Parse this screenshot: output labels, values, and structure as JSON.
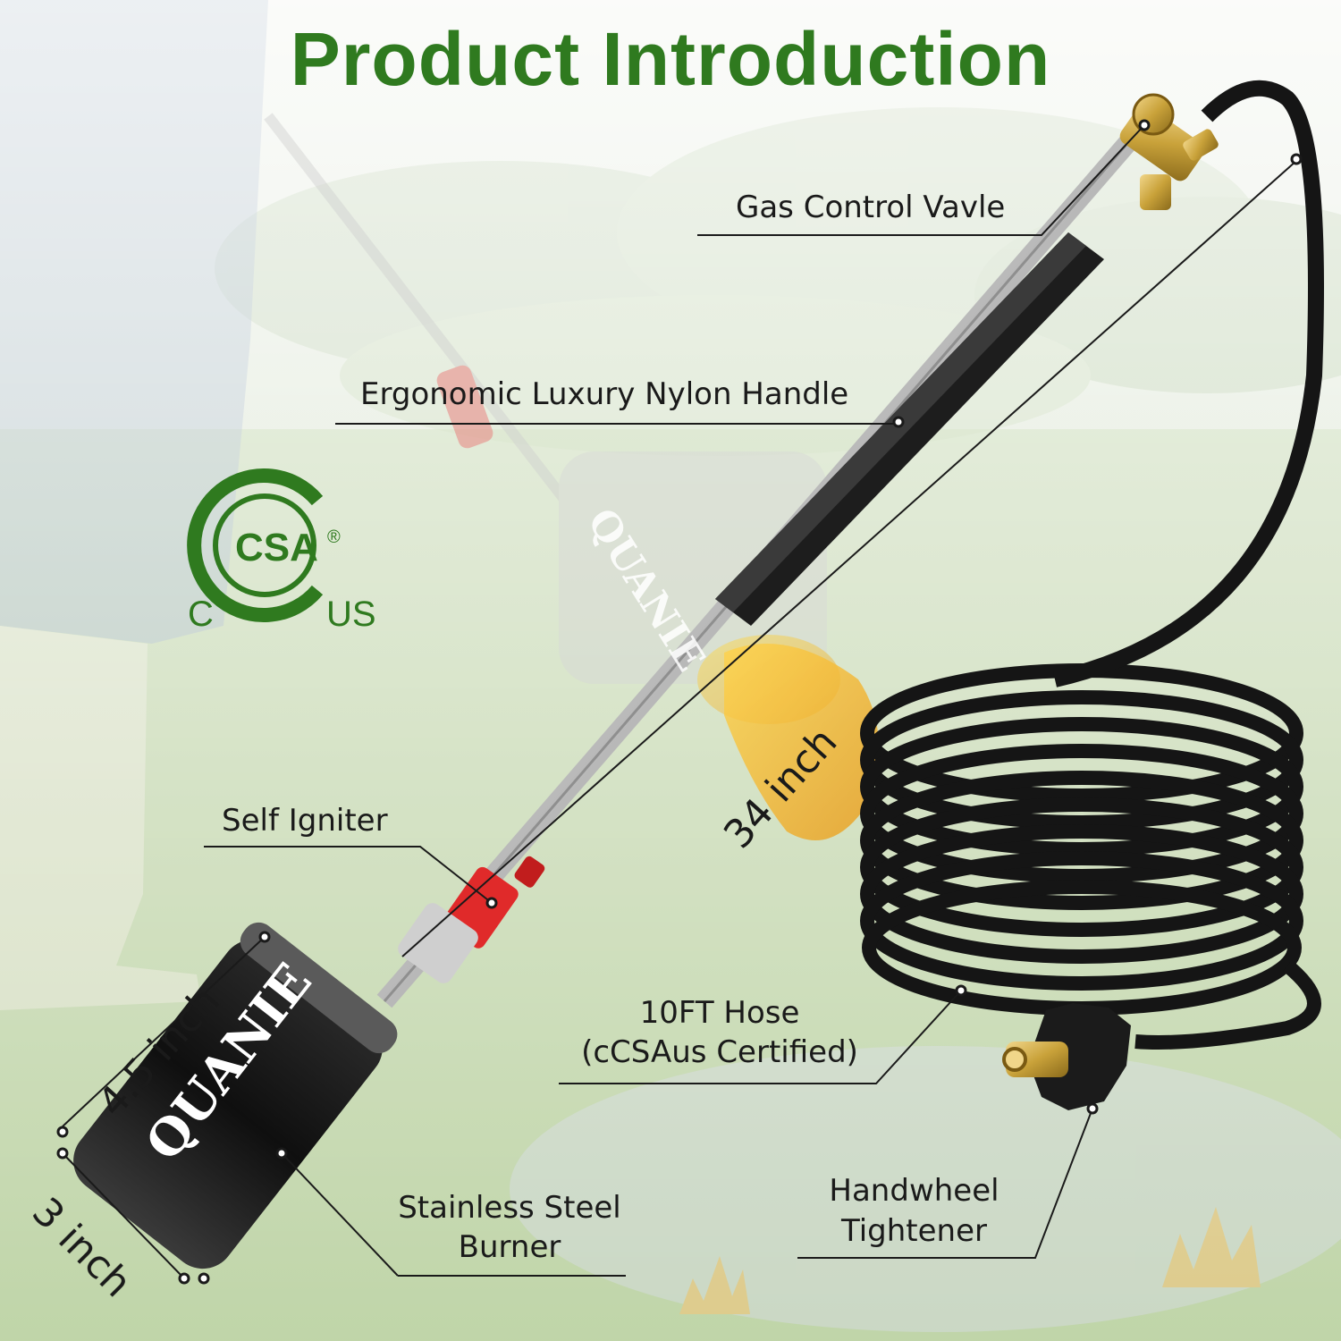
{
  "title": "Product Introduction",
  "brand": "QUANIE",
  "callouts": {
    "gas_valve": "Gas Control Vavle",
    "handle": "Ergonomic Luxury Nylon Handle",
    "igniter": "Self Igniter",
    "hose_line1": "10FT Hose",
    "hose_line2": "(cCSAus Certified)",
    "burner_line1": "Stainless Steel",
    "burner_line2": "Burner",
    "handwheel_line1": "Handwheel",
    "handwheel_line2": "Tightener"
  },
  "dimensions": {
    "length": "34 inch",
    "burner_length": "4.5 inch",
    "burner_diameter": "3 inch"
  },
  "certification": {
    "mark": "CSA",
    "registered": "®",
    "left": "C",
    "right": "US"
  },
  "colors": {
    "title_green": "#2f7a1f",
    "csa_green": "#2f7a1f",
    "igniter_red": "#e02a2a",
    "brass": "#c9a23a",
    "hose_black": "#151515"
  }
}
